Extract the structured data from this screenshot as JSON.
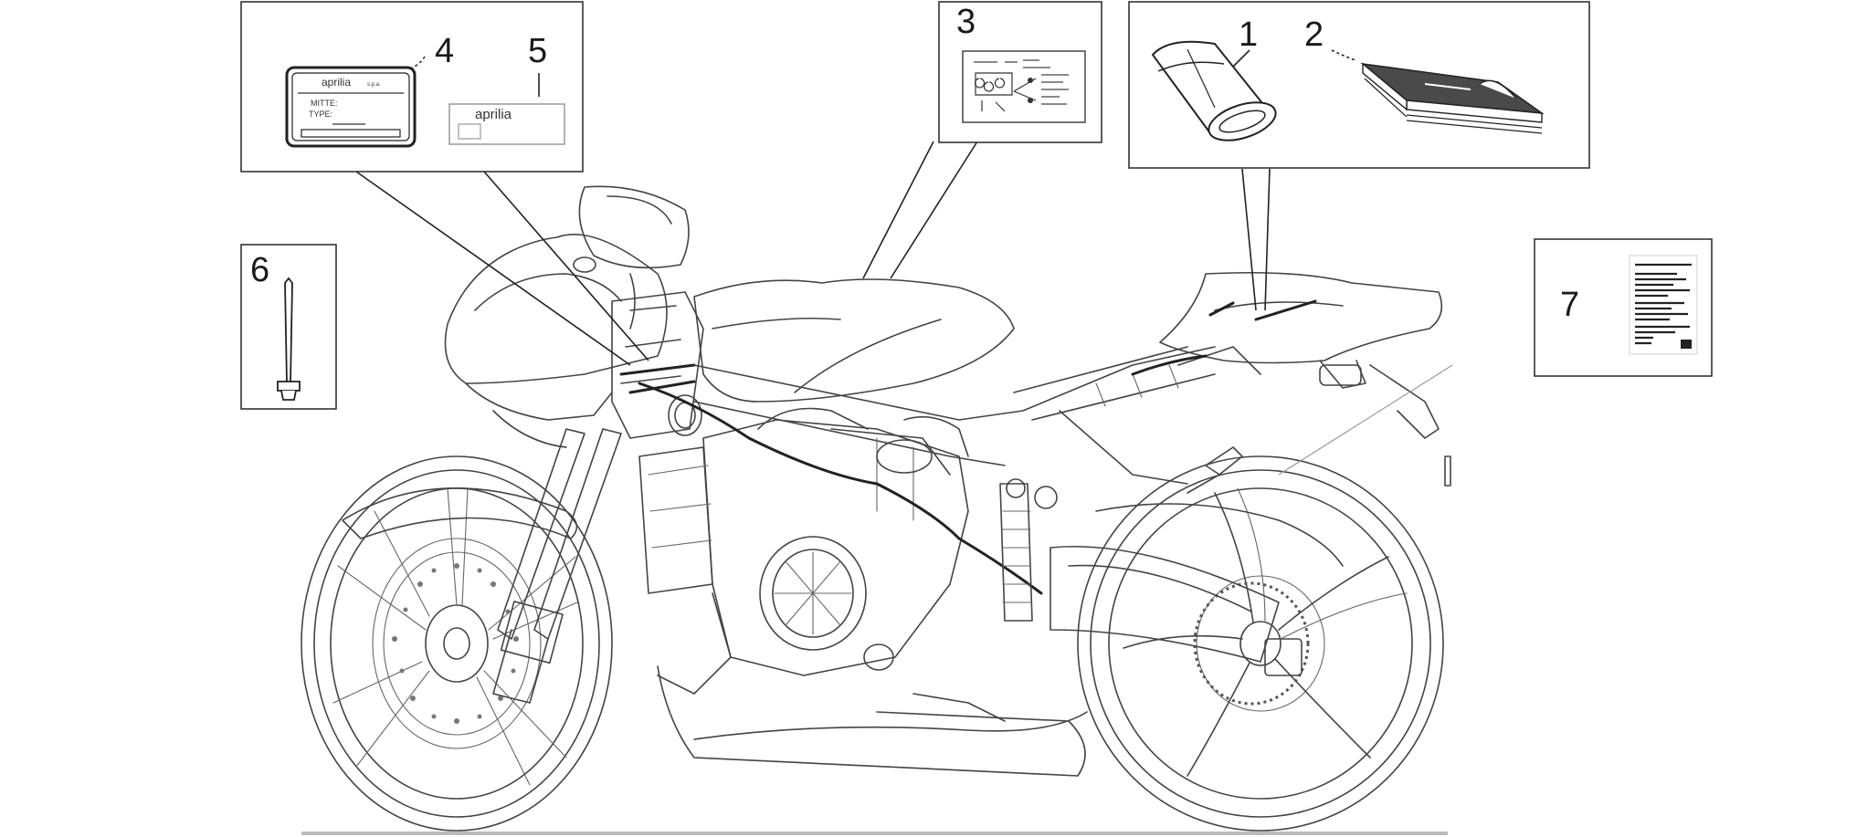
{
  "callouts": [
    {
      "id": "1",
      "label": "1"
    },
    {
      "id": "2",
      "label": "2"
    },
    {
      "id": "3",
      "label": "3"
    },
    {
      "id": "4",
      "label": "4"
    },
    {
      "id": "5",
      "label": "5"
    },
    {
      "id": "6",
      "label": "6"
    },
    {
      "id": "7",
      "label": "7"
    }
  ],
  "decals": {
    "plate_brand": "aprilia",
    "plate_suffix": "s.p.a.",
    "plate_line_mitte": "MITTE:",
    "plate_line_type": "TYPE:",
    "label5_brand": "aprilia"
  },
  "icons": {
    "rag": "cloth-roll-icon",
    "manual": "owners-manual-icon",
    "scheme": "wiring-label-icon",
    "plate": "identification-plate-icon",
    "brand_label": "brand-label-icon",
    "rivet": "rivet-icon",
    "emission": "emission-label-icon",
    "bike": "motorcycle-outline"
  }
}
